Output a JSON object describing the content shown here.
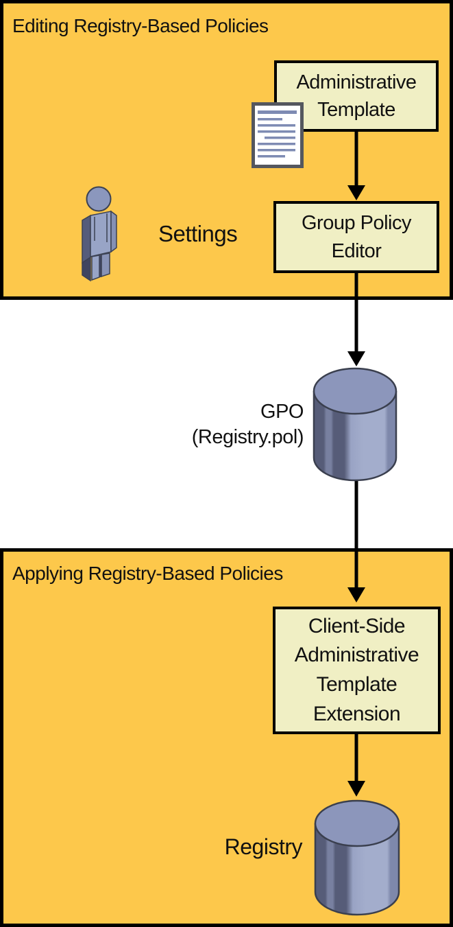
{
  "sections": {
    "editing": {
      "title": "Editing Registry-Based Policies"
    },
    "applying": {
      "title": "Applying Registry-Based Policies"
    }
  },
  "nodes": {
    "administrative_template": "Administrative Template",
    "group_policy_editor": "Group Policy Editor",
    "client_side_extension": "Client-Side Administrative Template Extension",
    "settings_label": "Settings",
    "gpo_label": "GPO\n(Registry.pol)",
    "registry_label": "Registry"
  },
  "icons": {
    "person": "person-icon",
    "document": "document-icon",
    "gpo_store": "database-cylinder-icon",
    "registry_store": "database-cylinder-icon"
  },
  "colors": {
    "section_background": "#FDC84B",
    "node_fill": "#F0EFC4",
    "border_color": "#000000",
    "text_color": "#111111",
    "canvas_background": "#FFFFFF",
    "cylinder_top": "#8C96BB",
    "cylinder_light": "#A3ADCC",
    "cylinder_dark": "#565C78",
    "document_line": "#7E8BB3",
    "figure_body": "#98A4C6",
    "figure_shadow": "#3F4560"
  }
}
